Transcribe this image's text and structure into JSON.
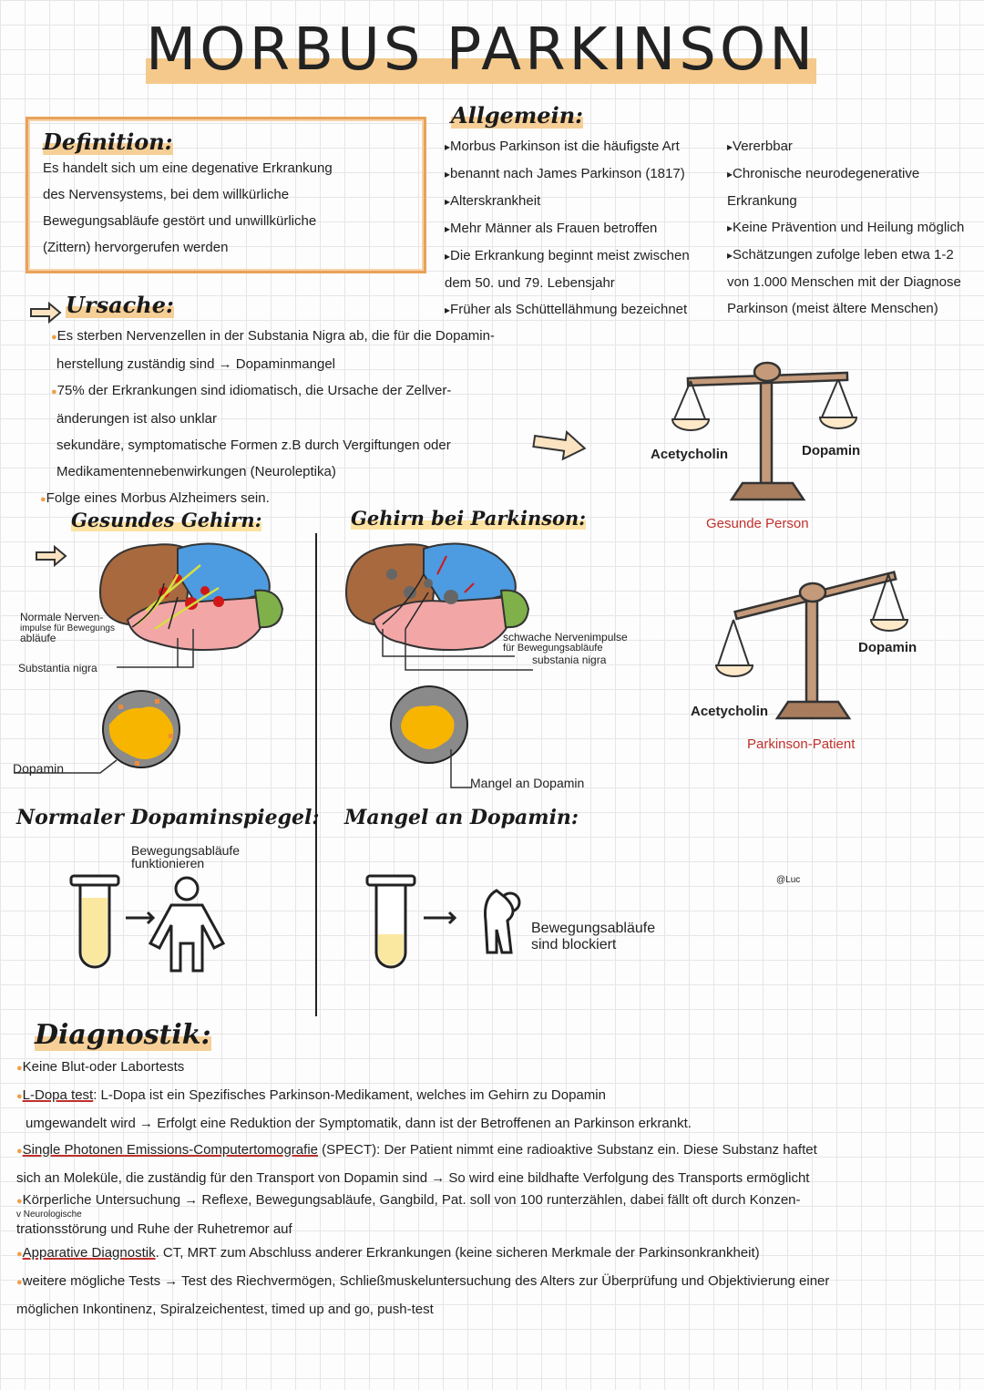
{
  "title": "MORBUS PARKINSON",
  "definition": {
    "heading": "Definition:",
    "lines": [
      "Es handelt sich um eine degenative Erkrankung",
      "des Nervensystems, bei dem willkürliche",
      "Bewegungsabläufe gestört und unwillkürliche",
      "(Zittern) hervorgerufen werden"
    ]
  },
  "allgemein": {
    "heading": "Allgemein:",
    "left": [
      "Morbus Parkinson ist die häufigste Art",
      "benannt nach James Parkinson (1817)",
      "Alterskrankheit",
      "Mehr Männer als Frauen betroffen",
      "Die Erkrankung beginnt meist zwischen",
      "dem 50. und 79. Lebensjahr",
      "Früher als Schüttellähmung bezeichnet"
    ],
    "right": [
      "Vererbbar",
      "Chronische neurodegenerative",
      "Erkrankung",
      "Keine Prävention und Heilung möglich",
      "Schätzungen zufolge leben etwa 1-2",
      "von 1.000 Menschen mit der Diagnose",
      "Parkinson (meist ältere Menschen)"
    ]
  },
  "ursache": {
    "heading": "Ursache:",
    "lines": [
      "Es sterben Nervenzellen in der Substania Nigra ab, die für die Dopamin-",
      "herstellung zuständig sind → Dopaminmangel",
      "75% der Erkrankungen sind idiomatisch, die Ursache der Zellver-",
      "änderungen ist also unklar",
      "sekundäre, symptomatische Formen z.B durch Vergiftungen oder",
      "Medikamentennebenwirkungen (Neuroleptika)",
      "Folge eines Morbus Alzheimers sein."
    ]
  },
  "scales": {
    "healthy": {
      "left": "Acetycholin",
      "right": "Dopamin",
      "caption": "Gesunde Person"
    },
    "patient": {
      "left": "Acetycholin",
      "right": "Dopamin",
      "caption": "Parkinson-Patient"
    }
  },
  "healthy_brain": {
    "heading": "Gesundes Gehirn:",
    "label1": "Normale Nerven-",
    "label2": "impulse für Bewegungs",
    "label3": "abläufe",
    "label4": "Substantia nigra",
    "label5": "Dopamin"
  },
  "parkinson_brain": {
    "heading": "Gehirn bei Parkinson:",
    "label1": "schwache Nervenimpulse",
    "label2": "für Bewegungsabläufe",
    "label3": "substania nigra",
    "label4": "Mangel an Dopamin"
  },
  "normal_level": {
    "heading": "Normaler Dopaminspiegel:",
    "label1": "Bewegungsabläufe",
    "label2": "funktionieren"
  },
  "lack": {
    "heading": "Mangel an Dopamin:",
    "label1": "Bewegungsabläufe",
    "label2": "sind blockiert"
  },
  "signature": "@Luc",
  "diagnostik": {
    "heading": "Diagnostik:",
    "items": [
      {
        "lines": [
          "Keine Blut-oder Labortests"
        ]
      },
      {
        "term": "L-Dopa test",
        "lines": [
          ": L-Dopa ist ein Spezifisches Parkinson-Medikament, welches im Gehirn zu Dopamin",
          "umgewandelt wird → Erfolgt eine Reduktion der Symptomatik, dann ist der Betroffenen an Parkinson erkrankt."
        ]
      },
      {
        "term": "Single Photonen Emissions-Computertomografie",
        "lines": [
          " (SPECT): Der Patient nimmt eine radioaktive Substanz ein. Diese Substanz haftet",
          "sich an Moleküle, die zuständig für den Transport von Dopamin sind → So wird eine bildhafte Verfolgung des Transports ermöglicht"
        ]
      },
      {
        "lines": [
          "Körperliche Untersuchung → Reflexe, Bewegungsabläufe, Gangbild, Pat. soll von 100 runterzählen, dabei fällt oft durch Konzen-",
          "trationsstörung und Ruhe der Ruhetremor auf"
        ],
        "note": "v Neurologische"
      },
      {
        "term": "Apparative Diagnostik",
        "lines": [
          ". CT, MRT zum Abschluss anderer Erkrankungen (keine sicheren Merkmale der Parkinsonkrankheit)"
        ]
      },
      {
        "lines": [
          "weitere mögliche Tests → Test des Riechvermögen, Schließmuskeluntersuchung des Alters zur Überprüfung und Objektivierung einer",
          "möglichen Inkontinenz, Spiralzeichentest, timed up and go, push-test"
        ]
      }
    ]
  },
  "colors": {
    "highlight": "#f5c98c",
    "box": "#e9a25a",
    "red": "#c0302b",
    "dopamine": "#f6b800",
    "gray": "#8a8a8a"
  }
}
